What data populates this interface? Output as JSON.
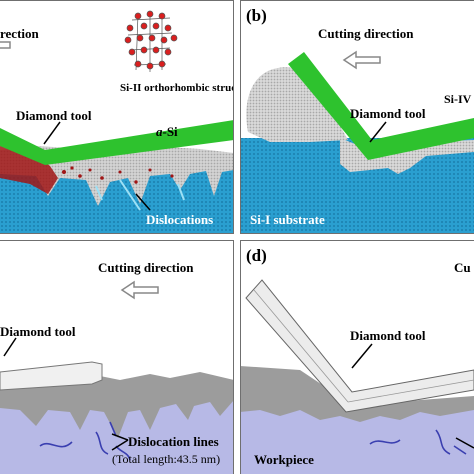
{
  "panel_a": {
    "cutting_direction": "rection",
    "phase_label": "Si-II orthorhombic structure",
    "tool_label": "Diamond tool",
    "amorphous_prefix": "a",
    "amorphous_suffix": "-Si",
    "defect_label": "Dislocations"
  },
  "panel_b": {
    "panel_label": "(b)",
    "cutting_direction": "Cutting direction",
    "tool_label": "Diamond tool",
    "phase_label": "Si-IV",
    "substrate_label": "Si-I substrate"
  },
  "panel_c": {
    "cutting_direction": "Cutting direction",
    "tool_label": "Diamond tool",
    "defect_label": "Dislocation lines",
    "total_length": "(Total length:43.5 nm)"
  },
  "panel_d": {
    "panel_label": "(d)",
    "cutting_direction": "Cu",
    "tool_label": "Diamond tool",
    "workpiece_label": "Workpiece"
  },
  "colors": {
    "tool_green": "#2ec22e",
    "substrate_blue": "#2a9fd0",
    "amorphous_grey": "#c9c9c9",
    "phase_red": "#a01515",
    "render_lavender": "#b7b9e6",
    "render_grey": "#9c9c9c",
    "dislocation_blue": "#3a3fb0"
  }
}
